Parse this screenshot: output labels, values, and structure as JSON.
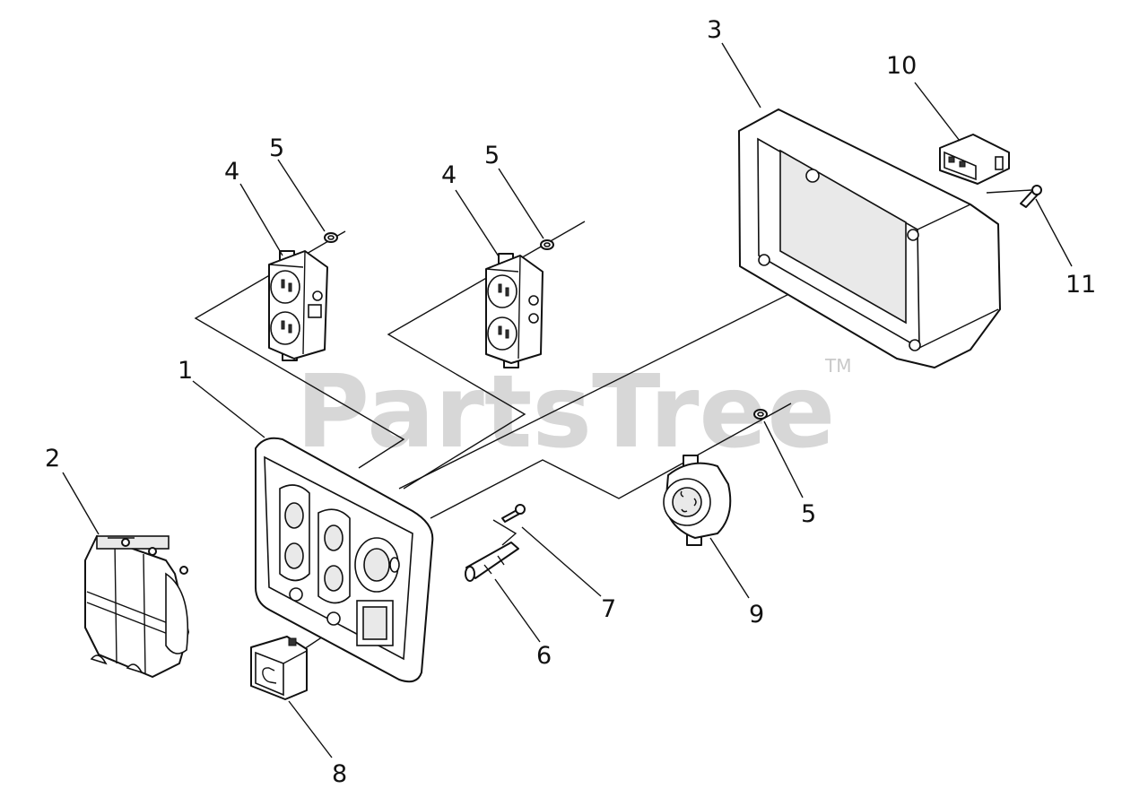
{
  "watermark": {
    "text": "PartsTree",
    "tm": "TM"
  },
  "callouts": [
    {
      "id": "c1",
      "label": "1"
    },
    {
      "id": "c2",
      "label": "2"
    },
    {
      "id": "c3",
      "label": "3"
    },
    {
      "id": "c4a",
      "label": "4"
    },
    {
      "id": "c4b",
      "label": "4"
    },
    {
      "id": "c5a",
      "label": "5"
    },
    {
      "id": "c5b",
      "label": "5"
    },
    {
      "id": "c5c",
      "label": "5"
    },
    {
      "id": "c6",
      "label": "6"
    },
    {
      "id": "c7",
      "label": "7"
    },
    {
      "id": "c8",
      "label": "8"
    },
    {
      "id": "c9",
      "label": "9"
    },
    {
      "id": "c10",
      "label": "10"
    },
    {
      "id": "c11",
      "label": "11"
    }
  ],
  "colors": {
    "line": "#111111",
    "watermark": "#c9c9c9",
    "background": "#ffffff"
  }
}
